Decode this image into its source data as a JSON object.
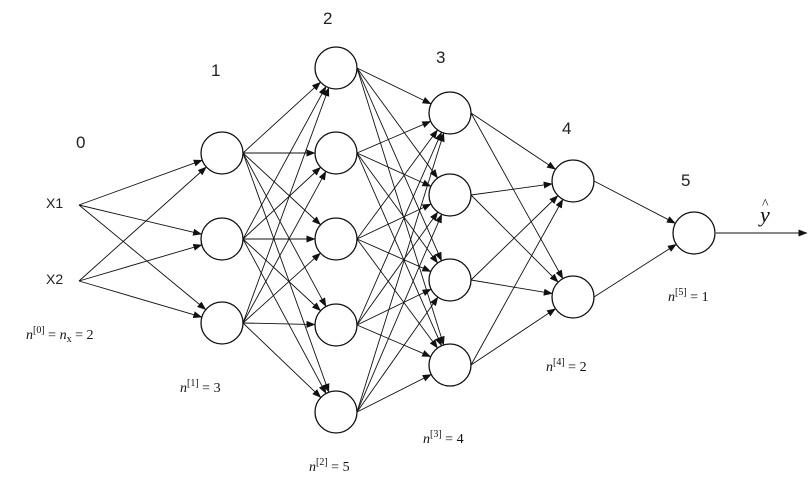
{
  "layers": [
    {
      "index": "0",
      "count": 2,
      "input_labels": [
        "X1",
        "X2"
      ],
      "size_label": {
        "prefix": "n",
        "sup": "[0]",
        "eq1": " = ",
        "var": "n",
        "sub": "x",
        "eq2": " = 2"
      }
    },
    {
      "index": "1",
      "count": 3,
      "size_label": {
        "prefix": "n",
        "sup": "[1]",
        "rest": " = 3"
      }
    },
    {
      "index": "2",
      "count": 5,
      "size_label": {
        "prefix": "n",
        "sup": "[2]",
        "rest": " = 5"
      }
    },
    {
      "index": "3",
      "count": 4,
      "size_label": {
        "prefix": "n",
        "sup": "[3]",
        "rest": " = 4"
      }
    },
    {
      "index": "4",
      "count": 2,
      "size_label": {
        "prefix": "n",
        "sup": "[4]",
        "rest": " = 2"
      }
    },
    {
      "index": "5",
      "count": 1,
      "size_label": {
        "prefix": "n",
        "sup": "[5]",
        "rest": " = 1"
      }
    }
  ],
  "output": {
    "label": "y",
    "hat": "^"
  },
  "colors": {
    "stroke": "#111111",
    "node_fill": "#ffffff"
  }
}
